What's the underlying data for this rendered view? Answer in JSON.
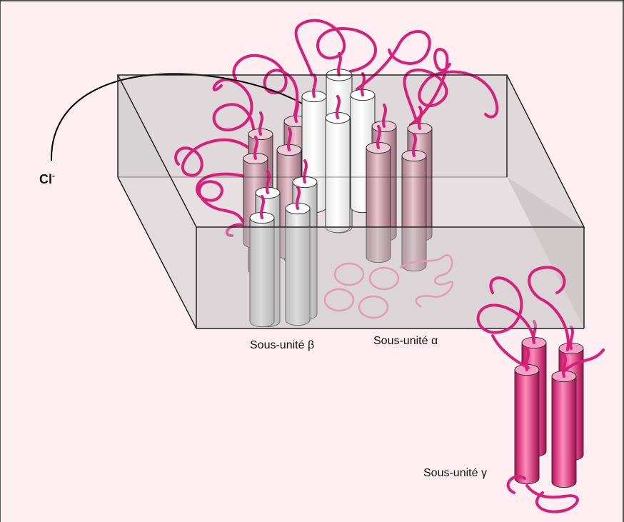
{
  "colors": {
    "background": "#fdeef2",
    "box_fill": "#c9c9c9",
    "box_front": "#bdbdbd",
    "box_stroke": "#222222",
    "loop": "#d8207a",
    "alpha_cylinder": "#c89aa7",
    "beta_cylinder": "#d8d8d8",
    "center_cylinder": "#f7f7f7",
    "gamma_cylinder": "#e0156f",
    "ring": "#e39ab3"
  },
  "ion": {
    "symbol": "Cl",
    "charge": "-"
  },
  "labels": {
    "beta": "Sous-unité β",
    "alpha": "Sous-unité α",
    "gamma": "Sous-unité γ"
  },
  "icons": {
    "arrow": "curved-arrow-icon"
  }
}
